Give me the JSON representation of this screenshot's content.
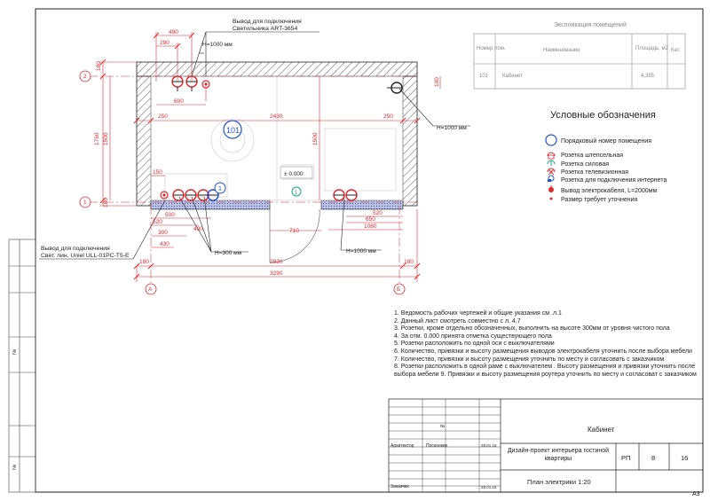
{
  "sheet": {
    "format": "A3"
  },
  "header_notes": {
    "lamp_outlet": [
      "Вывод для подключения",
      "Светильника ART-3654"
    ],
    "light_outlet": [
      "Вывод для подключения",
      "Свет. лин. Uniel ULL-01PC-T5-E"
    ]
  },
  "explication": {
    "title": "Экспликация помещений",
    "headers": [
      "Номер пом.",
      "Наименование",
      "Площадь, м2",
      "Кат."
    ],
    "rows": [
      {
        "num": "101",
        "name": "Кабинет",
        "area": "4,395",
        "cat": ""
      }
    ]
  },
  "legend": {
    "title": "Условные обозначения",
    "items": [
      {
        "icon": "room-number-circle",
        "text": "Порядковый номер помещения"
      },
      {
        "icon": "socket-outlet-icon",
        "text": "Розетка штепсельная",
        "color": "#e0262a"
      },
      {
        "icon": "power-socket-icon",
        "text": "Розетка силовая",
        "color": "#17a589"
      },
      {
        "icon": "tv-socket-icon",
        "text": "Розетка телевизионная",
        "color": "#e0262a"
      },
      {
        "icon": "internet-socket-icon",
        "text": "Розетка для подключения интернета",
        "color": "#1e4fd8"
      },
      {
        "icon": "cable-outlet-icon",
        "text": "Вывод электрокабеля, L=2000мм",
        "color": "#e0262a"
      },
      {
        "icon": "asterisk-icon",
        "text": "Размер требует уточнения",
        "color": "#e0262a"
      }
    ]
  },
  "plan": {
    "room_number": "101",
    "level_mark": "± 0.000",
    "marker_1": "1",
    "marker_1_green": "1",
    "height_notes": [
      "H=1000 мм",
      "H=1000 мм",
      "H=300 мм",
      "H=1000 мм"
    ],
    "axes": {
      "A": "А",
      "B": "Б",
      "one": "1",
      "two": "2"
    },
    "dims": {
      "d490": "490",
      "d290": "290",
      "d600": "600",
      "d250a": "250",
      "d2430": "2430",
      "d250b": "250",
      "d150": "150",
      "d500": "500",
      "d520a": "520",
      "d400": "400",
      "d300": "300",
      "d430": "430",
      "d710": "710",
      "d520b": "520",
      "d650": "650",
      "d1080": "1080",
      "d180a": "180",
      "d2930": "2930",
      "d180b": "180",
      "d3290": "3290",
      "v180a": "180",
      "v1760": "1760",
      "v1500": "1500",
      "v180b": "180",
      "v1500r": "1500",
      "v100": "100"
    }
  },
  "notes": [
    "1. Ведомость рабочих чертежей и общие указания см .л.1",
    "2. Данный лист смотреть совместно с л. 4,7",
    "3. Розетки, кроме отдельно обозначенных, выполнить на высоте 300мм от уровня чистого пола",
    "4. За отм. 0.000 принята отметка существующего пола",
    "5. Розетки расположить по одной оси с выключателями",
    "6. Количество, привязки и высоту размещения выводов электрокабеля уточнить после выбора мебели",
    "7. Количество, привязки и высоту размещения уточнить по месту и согласовать с заказчиком",
    "8. Розетки расположить в одной раме с выключателем . Высоту размещения и привязки уточнить после выбора мебели 9. Привязки и высоту размещения роутера уточнить по месту и согласоват с заказчиком"
  ],
  "title_block": {
    "sheet_title": "Кабинет",
    "project": "Дизайн-проект интерьера гостиной квартиры",
    "stage": "РП",
    "sheet_no": "8",
    "sheets_total": "16",
    "drawing_name": "План электрики 1:20",
    "role_architect": "Архитектор",
    "architect_name": "Посконкин",
    "date1": "28.01.16",
    "role_customer": "Заказчик",
    "date2": "28.01.16",
    "nz": "№"
  },
  "left_strip": {
    "no1": "№",
    "no2": "№"
  }
}
